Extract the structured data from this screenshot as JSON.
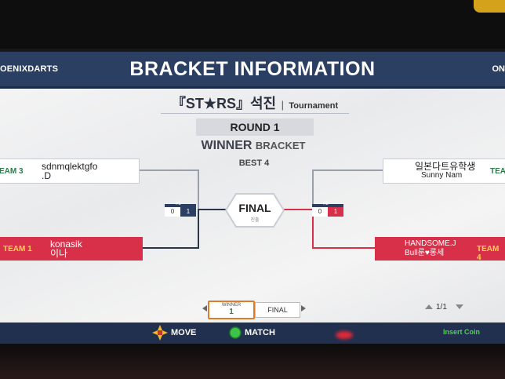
{
  "header": {
    "brand": "OENIXDARTS",
    "title": "BRACKET INFORMATION",
    "right": "ON"
  },
  "tournament": {
    "name": "『ST★RS』석진",
    "separator": "|",
    "type": "Tournament"
  },
  "round": {
    "label": "ROUND 1",
    "bracket_bold": "WINNER",
    "bracket_rest": "BRACKET",
    "best": "BEST 4"
  },
  "left": {
    "top": {
      "team_label": "EAM 3",
      "name_line1": "sdnmqlektgfo",
      "name_line2": ".D"
    },
    "bottom": {
      "team_label": "TEAM 1",
      "name_line1": "konasik",
      "name_line2": "이나"
    },
    "score": {
      "seed": "#1",
      "left": "0",
      "right": "1"
    }
  },
  "right": {
    "top": {
      "team_label": "TEA",
      "name_line1": "일본다트유학생",
      "name_line2": "Sunny Nam"
    },
    "bottom": {
      "team_label": "TEAM 4",
      "name_line1": "HANDSOME.J",
      "name_line2": "Bull룬♥롱세"
    },
    "score": {
      "seed": "#2",
      "left": "0",
      "right": "1"
    }
  },
  "final": {
    "label": "FINAL",
    "sub": "진출"
  },
  "nav": {
    "winner_title": "WINNER",
    "winner_value": "1",
    "final_label": "FINAL",
    "page": "1/1"
  },
  "controls": {
    "move": "MOVE",
    "match": "MATCH",
    "insert_coin": "Insert Coin"
  },
  "colors": {
    "header_bg": "#2b3f63",
    "team_red": "#d9304a",
    "accent_orange": "#e07b2a",
    "insert_green": "#4fd24f"
  }
}
